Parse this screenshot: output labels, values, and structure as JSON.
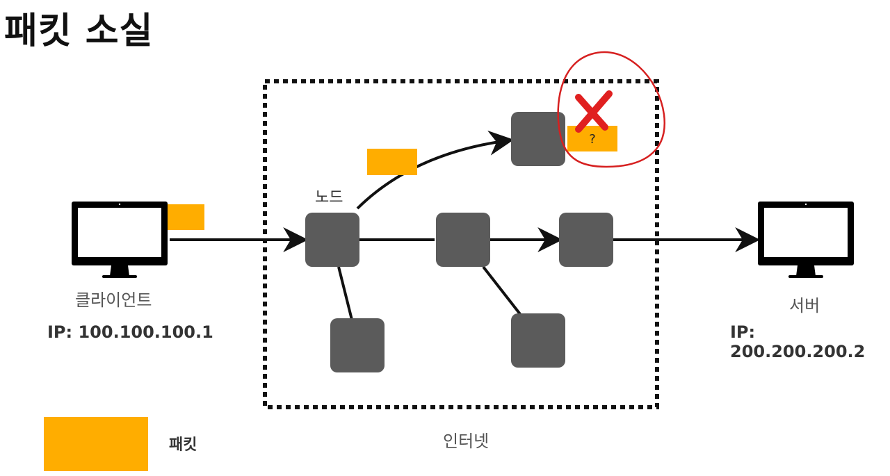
{
  "title": "패킷 소실",
  "node_label": "노드",
  "client": {
    "label": "클라이언트",
    "ip": "IP: 100.100.100.1"
  },
  "server": {
    "label": "서버",
    "ip": "IP: 200.200.200.2"
  },
  "internet_label": "인터넷",
  "legend": {
    "label": "패킷",
    "color": "#FFAD00"
  },
  "lost_packet_mark": "?",
  "colors": {
    "node": "#5B5B5B",
    "packet": "#FFAD00",
    "error": "#E02020",
    "line": "#111111"
  }
}
